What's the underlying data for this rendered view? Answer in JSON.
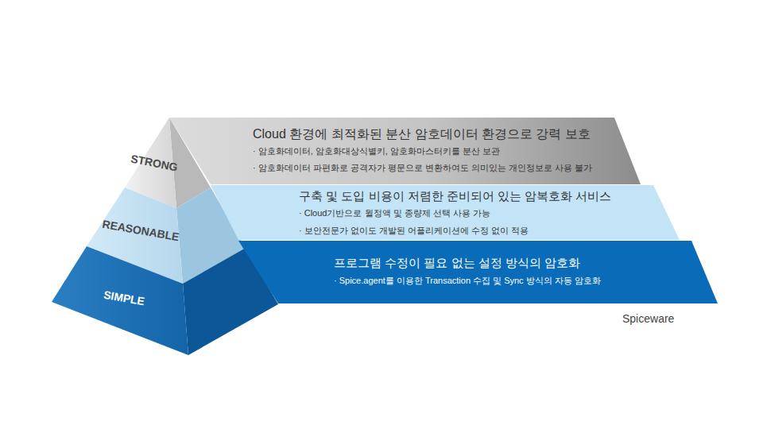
{
  "diagram": {
    "nodes": [
      {
        "text": [
          "STRONG"
        ]
      },
      {
        "text": [
          "Cloud 환경에 최적화된 분산 암호데이터 환경으로 강력 보호",
          "· 암호화데이터, 암호화대상식별키, 암호화마스터키를 분산 보관",
          "· 암호화데이터 파편화로 공격자가 평문으로 변환하여도 의미있는 개인정보로 사용 불가"
        ]
      },
      {
        "text": [
          "REASONABLE"
        ]
      },
      {
        "text": [
          "구축 및 도입 비용이 저렴한 준비되어 있는 암복호화 서비스",
          "· Cloud기반으로 월정액 및 종량제 선택 사용 가능",
          "· 보안전문가 없이도 개발된 어플리케이션에 수정 없이 적용"
        ]
      },
      {
        "text": [
          "SIMPLE"
        ]
      },
      {
        "text": [
          "프로그램 수정이 필요 없는 설정 방식의 암호화",
          "· Spice.agent를 이용한 Transaction 수집 및 Sync 방식의 자동 암호화"
        ]
      }
    ],
    "labels": [
      "Spiceware"
    ]
  }
}
